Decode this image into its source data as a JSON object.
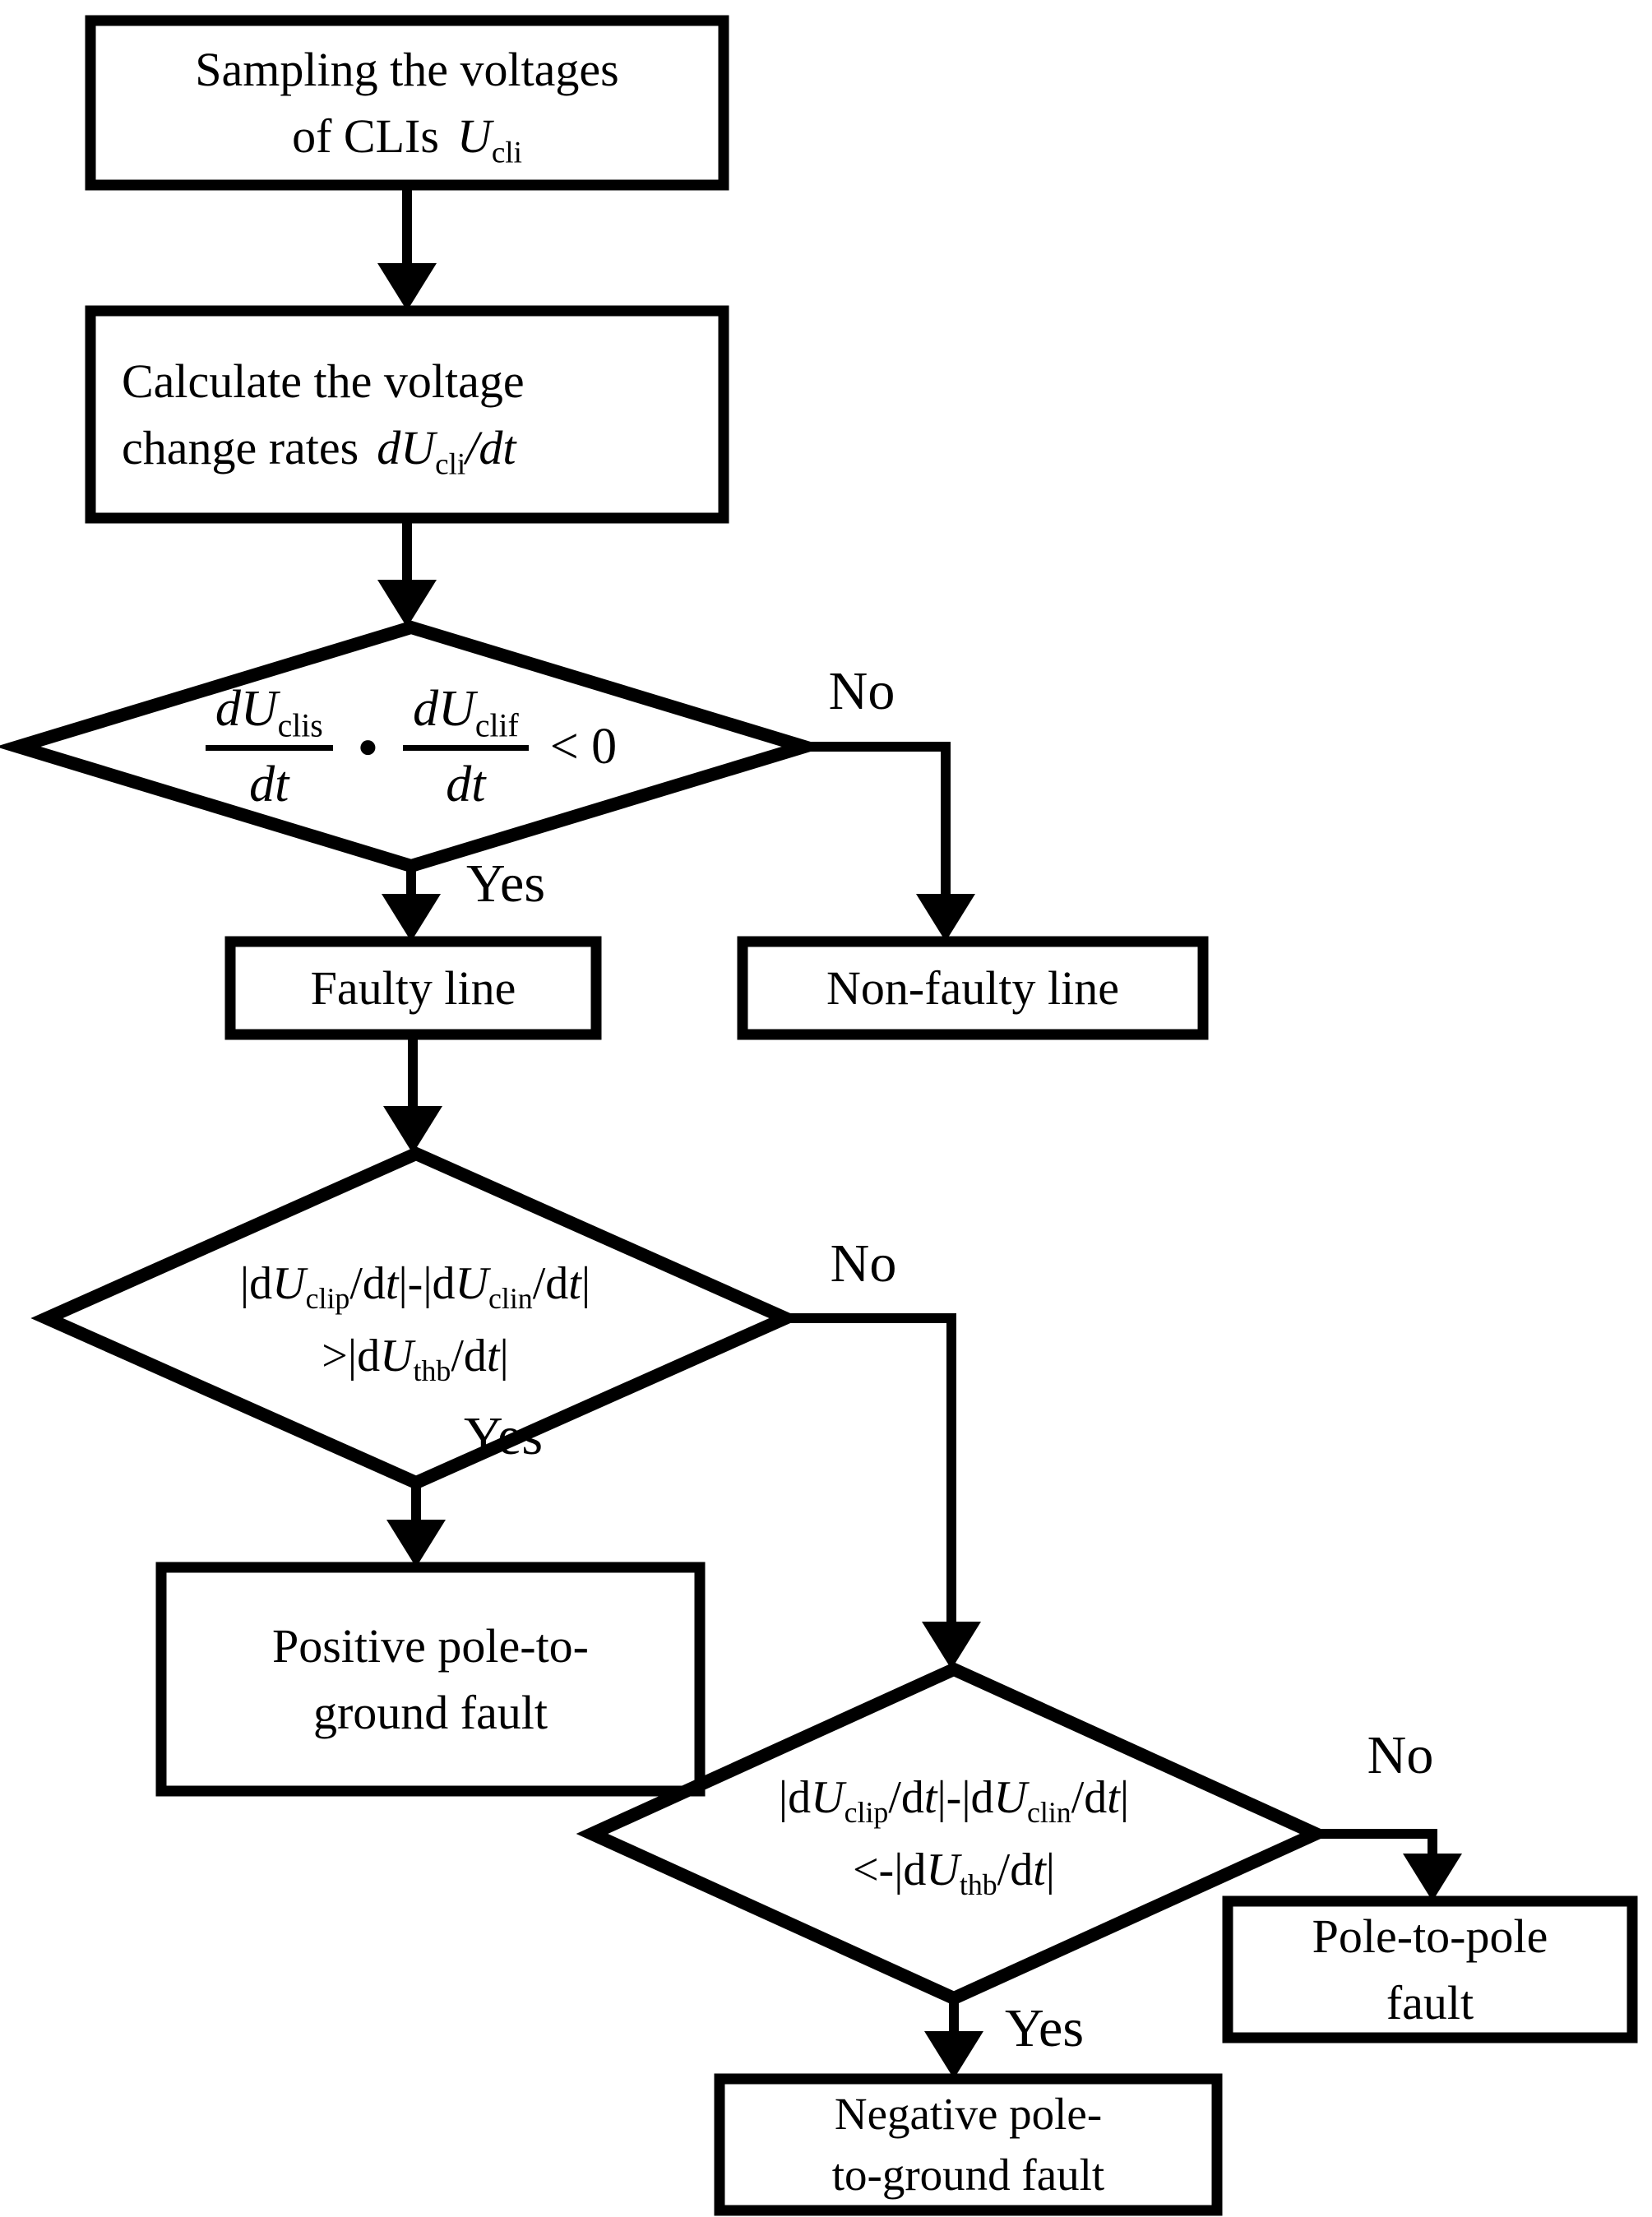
{
  "flowchart": {
    "start": {
      "line1": "Sampling the voltages",
      "line2_text": "of CLIs",
      "var": "U",
      "var_sub": "cli"
    },
    "calc": {
      "line1": "Calculate the voltage",
      "line2_text": "change rates",
      "f_du": "dU",
      "f_sub": "cli",
      "f_dt": "/dt"
    },
    "d1": {
      "f1_num": "dU",
      "f1_sub": "clis",
      "f1_den": "dt",
      "dot": "●",
      "f2_num": "dU",
      "f2_sub": "clif",
      "f2_den": "dt",
      "cmp": "< 0",
      "yes": "Yes",
      "no": "No"
    },
    "faulty": {
      "label": "Faulty line"
    },
    "nonfaulty": {
      "label": "Non-faulty line"
    },
    "d2": {
      "l1_p1": "|d",
      "l1_v1": "U",
      "l1_s1": "clip",
      "l1_p2": "/d",
      "l1_t1": "t",
      "l1_p3": "|-|d",
      "l1_v2": "U",
      "l1_s2": "clin",
      "l1_p4": "/d",
      "l1_t2": "t",
      "l1_p5": "|",
      "l2_p1": ">|d",
      "l2_v": "U",
      "l2_s": "thb",
      "l2_p2": "/d",
      "l2_t": "t",
      "l2_p3": "|",
      "yes": "Yes",
      "no": "No"
    },
    "positive": {
      "line1": "Positive pole-to-",
      "line2": "ground fault"
    },
    "d3": {
      "l1_p1": "|d",
      "l1_v1": "U",
      "l1_s1": "clip",
      "l1_p2": "/d",
      "l1_t1": "t",
      "l1_p3": "|-|d",
      "l1_v2": "U",
      "l1_s2": "clin",
      "l1_p4": "/d",
      "l1_t2": "t",
      "l1_p5": "|",
      "l2_p1": "<-|d",
      "l2_v": "U",
      "l2_s": "thb",
      "l2_p2": "/d",
      "l2_t": "t",
      "l2_p3": "|",
      "yes": "Yes",
      "no": "No"
    },
    "negative": {
      "line1": "Negative pole-",
      "line2": "to-ground fault"
    },
    "pole2pole": {
      "line1": "Pole-to-pole",
      "line2": "fault"
    }
  }
}
